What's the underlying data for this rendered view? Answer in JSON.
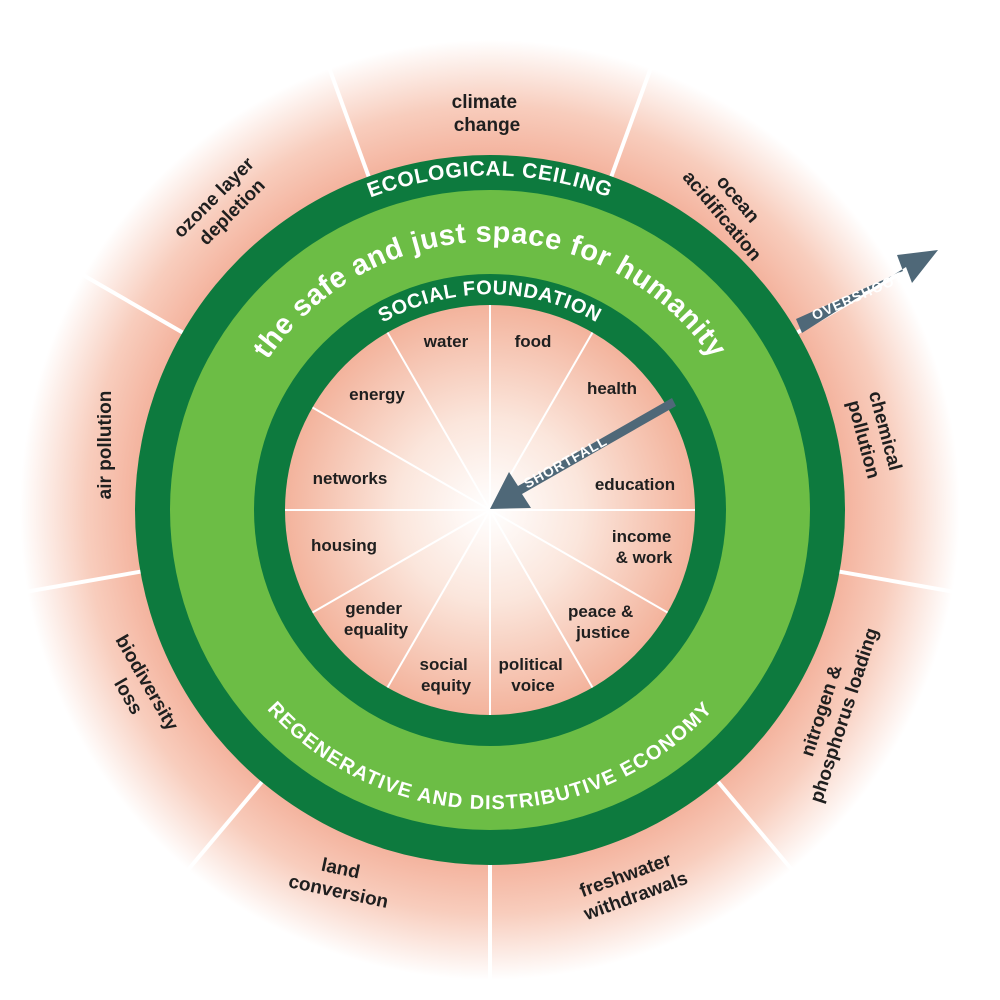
{
  "rings": {
    "ecological_ceiling": "ECOLOGICAL CEILING",
    "safe_space": "the safe and just space for humanity",
    "social_foundation": "SOCIAL FOUNDATION",
    "regenerative": "REGENERATIVE AND DISTRIBUTIVE ECONOMY"
  },
  "arrows": {
    "overshoot": "OVERSHOOT",
    "shortfall": "SHORTFALL"
  },
  "outer_labels": [
    {
      "line1": "climate",
      "line2": "change"
    },
    {
      "line1": "ocean",
      "line2": "acidification"
    },
    {
      "line1": "chemical",
      "line2": "pollution"
    },
    {
      "line1": "nitrogen &",
      "line2": "phosphorus loading"
    },
    {
      "line1": "freshwater",
      "line2": "withdrawals"
    },
    {
      "line1": "land",
      "line2": "conversion"
    },
    {
      "line1": "biodiversity",
      "line2": "loss"
    },
    {
      "line1": "air pollution",
      "line2": ""
    },
    {
      "line1": "ozone layer",
      "line2": "depletion"
    }
  ],
  "inner_labels": [
    {
      "line1": "food",
      "line2": ""
    },
    {
      "line1": "health",
      "line2": ""
    },
    {
      "line1": "education",
      "line2": ""
    },
    {
      "line1": "income",
      "line2": "& work"
    },
    {
      "line1": "peace &",
      "line2": "justice"
    },
    {
      "line1": "political",
      "line2": "voice"
    },
    {
      "line1": "social",
      "line2": "equity"
    },
    {
      "line1": "gender",
      "line2": "equality"
    },
    {
      "line1": "housing",
      "line2": ""
    },
    {
      "line1": "networks",
      "line2": ""
    },
    {
      "line1": "energy",
      "line2": ""
    },
    {
      "line1": "water",
      "line2": ""
    }
  ],
  "colors": {
    "dark_green": "#0d7a3e",
    "light_green": "#6cbd45",
    "salmon": "#f2a68e",
    "arrow_gray": "#4f6878"
  }
}
